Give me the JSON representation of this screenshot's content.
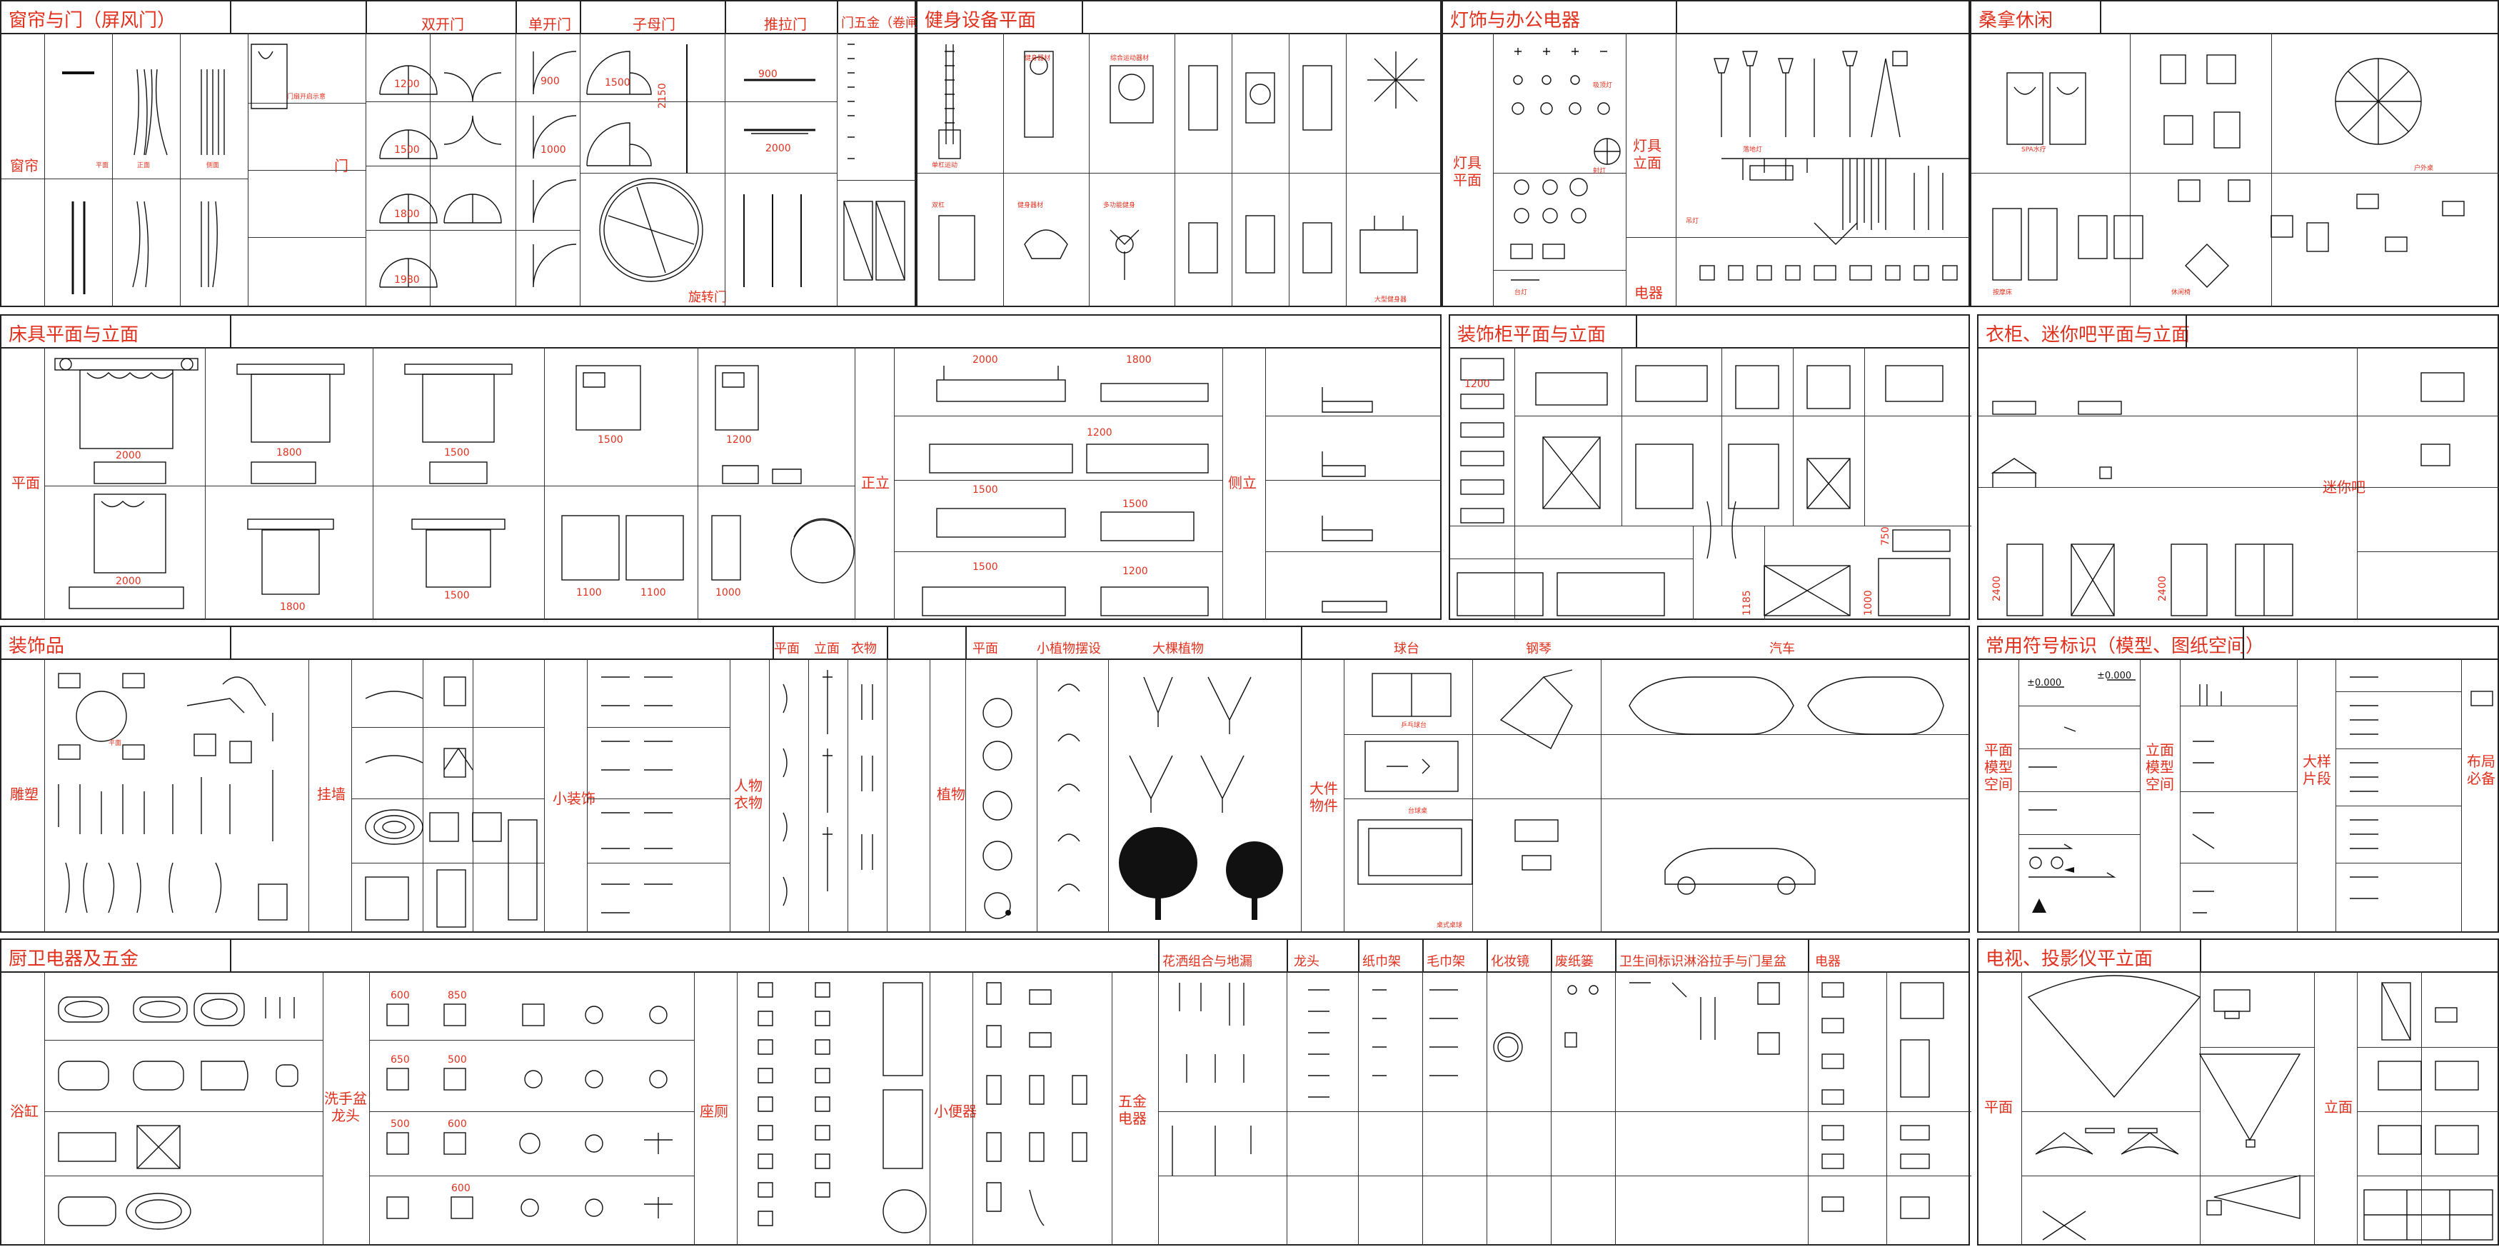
{
  "panels": {
    "curtain_door": {
      "title": "窗帘与门（屏风门）",
      "label_curtain": "窗帘",
      "label_door": "门",
      "sub_double": "双开门",
      "sub_single": "单开门",
      "sub_mother": "子母门",
      "sub_sliding": "推拉门",
      "sub_hardware": "门五金（卷闸门）",
      "sub_revolving": "旋转门",
      "dims": [
        "1200",
        "1500",
        "1800",
        "1980",
        "900",
        "1000",
        "1500",
        "900",
        "2000",
        "2150"
      ]
    },
    "fitness": {
      "title": "健身设备平面"
    },
    "lighting": {
      "title": "灯饰与办公电器",
      "label_plan": "灯具平面",
      "label_elev": "灯具立面",
      "label_elec": "电器"
    },
    "sauna": {
      "title": "桑拿休闲"
    },
    "bed": {
      "title": "床具平面与立面",
      "label_plan": "平面",
      "label_front": "正立",
      "label_side": "侧立",
      "dims_top": [
        "2000",
        "1800",
        "1500",
        "1500",
        "1200"
      ],
      "dims_bottom": [
        "2000",
        "1800",
        "1500",
        "1100",
        "1100",
        "1000"
      ],
      "dims_front": [
        "2000",
        "1800",
        "1200",
        "1500",
        "1500",
        "1500",
        "1200"
      ]
    },
    "cabinet": {
      "title": "装饰柜平面与立面",
      "dims": [
        "1200",
        "750",
        "1185",
        "1000"
      ]
    },
    "wardrobe": {
      "title": "衣柜、迷你吧平面与立面",
      "label_minibar": "迷你吧",
      "dims": [
        "2400",
        "2400"
      ]
    },
    "decor": {
      "title": "装饰品",
      "label_sculpture": "雕塑",
      "label_wall": "挂墙",
      "label_small": "小装饰",
      "label_people": "人物衣物",
      "sub_plan": "平面",
      "sub_elev": "立面",
      "sub_clothes": "衣物",
      "label_plant": "植物",
      "sub_plant_plan": "平面",
      "sub_small_plant": "小植物摆设",
      "sub_big_plant": "大棵植物",
      "label_big": "大件物件",
      "sub_billiard": "球台",
      "sub_piano": "钢琴",
      "sub_car": "汽车"
    },
    "symbols": {
      "title": "常用符号标识（模型、图纸空间）",
      "label_plan_model": "平面模型空间",
      "label_elev_model": "立面模型空间",
      "label_detail": "大样片段",
      "label_layout": "布局必备",
      "elev_a": "±0.000",
      "elev_b": "±0.000"
    },
    "kitchen": {
      "title": "厨卫电器及五金",
      "label_tub": "浴缸",
      "label_basin": "洗手盆龙头",
      "label_toilet": "座厕",
      "label_urinal": "小便器",
      "label_hw": "五金电器",
      "sub_shower": "花洒组合与地漏",
      "sub_faucet": "龙头",
      "sub_towel": "纸巾架",
      "sub_towelbar": "毛巾架",
      "sub_mirror": "化妆镜",
      "sub_bin": "废纸篓",
      "sub_sign": "卫生间标识淋浴拉手与门星盆",
      "sub_elec": "电器",
      "dims": [
        "600",
        "850",
        "650",
        "500",
        "500",
        "600",
        "600"
      ]
    },
    "tv": {
      "title": "电视、投影仪平立面",
      "label_plan": "平面",
      "label_elev": "立面"
    }
  }
}
